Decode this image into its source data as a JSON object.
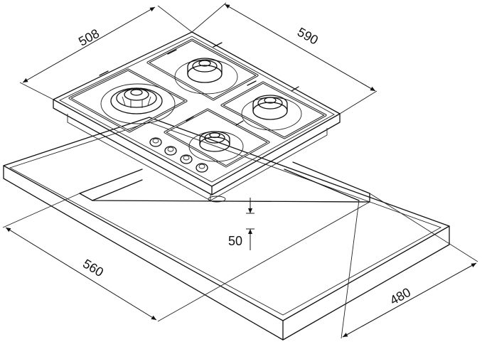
{
  "dimensions": {
    "hob_depth": "508",
    "hob_width": "590",
    "cutout_width": "560",
    "cutout_depth": "480",
    "height": "50"
  },
  "colors": {
    "line": "#111111",
    "background": "#ffffff"
  }
}
